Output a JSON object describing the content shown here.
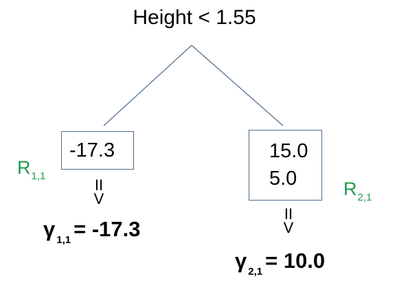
{
  "root": {
    "condition": "Height < 1.55"
  },
  "left_leaf": {
    "values": [
      "-17.3"
    ],
    "region": {
      "symbol": "R",
      "subscript": "1,1"
    },
    "implies": "II\nV",
    "gamma": {
      "symbol": "γ",
      "subscript": "1,1",
      "equals": "= -17.3"
    }
  },
  "right_leaf": {
    "values": [
      "15.0",
      "5.0"
    ],
    "region": {
      "symbol": "R",
      "subscript": "2,1"
    },
    "implies": "II\nV",
    "gamma": {
      "symbol": "γ",
      "subscript": "2,1",
      "equals": "= 10.0"
    }
  },
  "colors": {
    "region_label": "#1f9a4a",
    "edges": "#4a6a8c",
    "text": "#000000"
  }
}
